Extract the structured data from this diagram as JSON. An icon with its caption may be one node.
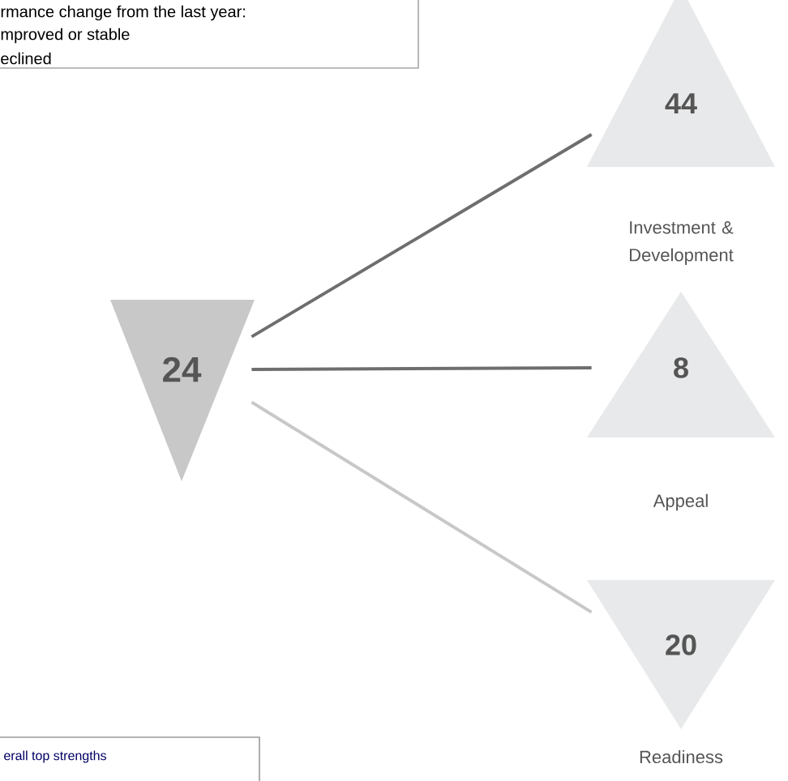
{
  "diagram": {
    "nodes": [
      {
        "text": [
          "24"
        ]
      },
      {
        "text": [
          "44"
        ]
      },
      {
        "text": [
          "8"
        ],
        "beside": [
          "Appeal"
        ]
      },
      {
        "text": [
          "20"
        ],
        "beside": [
          "Readiness"
        ]
      }
    ],
    "edges": [
      {
        "from": 0,
        "to": 1,
        "arrow": "none"
      },
      {
        "from": 0,
        "to": 2,
        "arrow": "none"
      },
      {
        "from": 0,
        "to": 3,
        "arrow": "none",
        "color": "#c8c8c8"
      }
    ],
    "labels": [
      "rmance change from the last year:",
      "mproved or stable",
      "eclined",
      "Investment & Development",
      "erall top strengths"
    ]
  }
}
